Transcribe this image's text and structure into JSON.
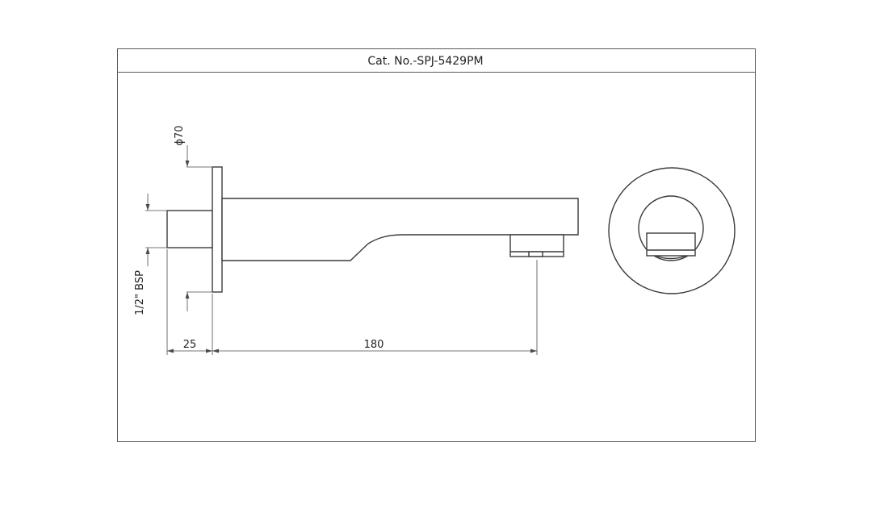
{
  "title_block": {
    "catalog_number": "Cat. No.-SPJ-5429PM"
  },
  "dimensions": {
    "flange_diameter": "ϕ70",
    "thread_size": "1/2\" BSP",
    "inlet_length": "25",
    "spout_length": "180"
  },
  "colors": {
    "line": "#3a3a3a",
    "frame": "#5a5a5a",
    "background": "#ffffff"
  }
}
